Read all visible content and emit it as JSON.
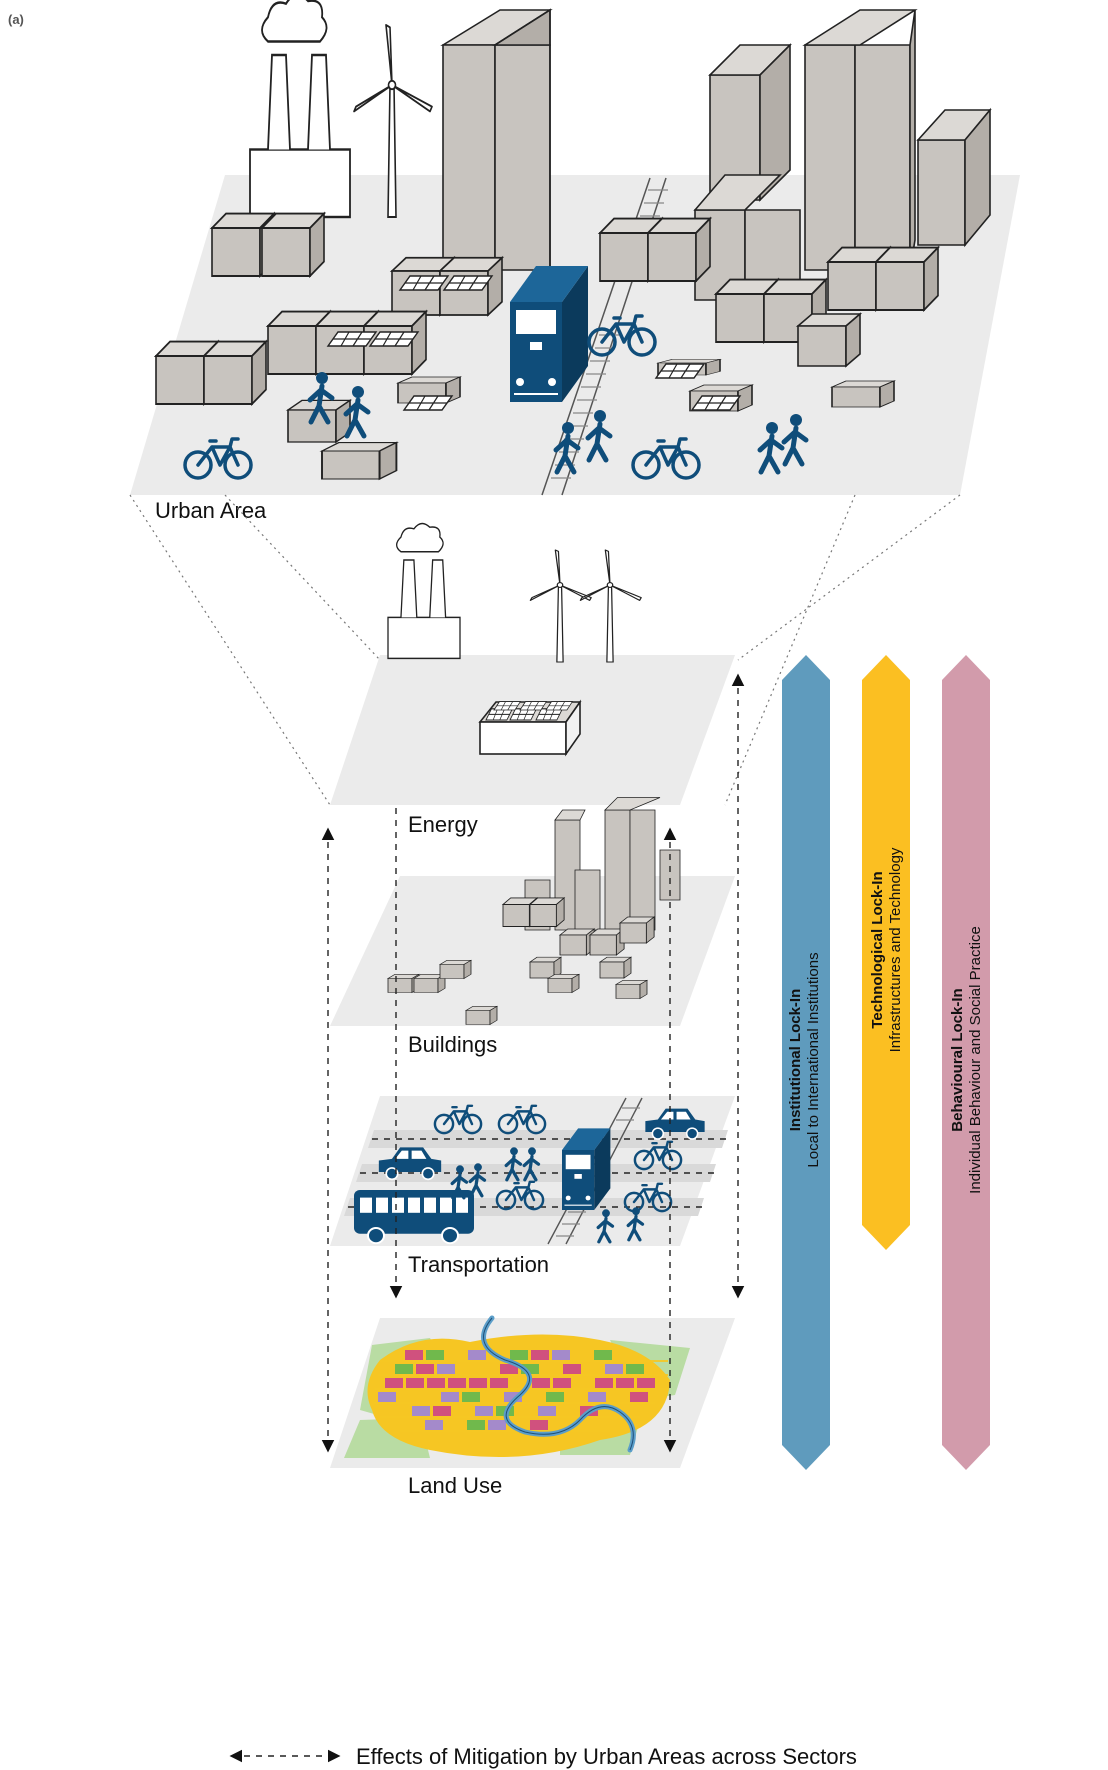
{
  "panel_tag": "(a)",
  "layers": {
    "urban_area": "Urban Area",
    "energy": "Energy",
    "buildings": "Buildings",
    "transportation": "Transportation",
    "land_use": "Land Use"
  },
  "lock_ins": [
    {
      "title": "Institutional Lock-In",
      "subtitle": "Local to International Institutions",
      "color": "#5f9bbd"
    },
    {
      "title": "Technological Lock-In",
      "subtitle": "Infrastructures and Technology",
      "color": "#fbbf22"
    },
    {
      "title": "Behavioural Lock-In",
      "subtitle": "Individual Behaviour and Social Practice",
      "color": "#d29bab"
    }
  ],
  "legend": {
    "text": "Effects of Mitigation by Urban Areas across Sectors"
  },
  "colors": {
    "transport_blue": "#0f4d7a",
    "plane_grey": "#ebebeb",
    "building_grey": "#c8c4bf"
  }
}
